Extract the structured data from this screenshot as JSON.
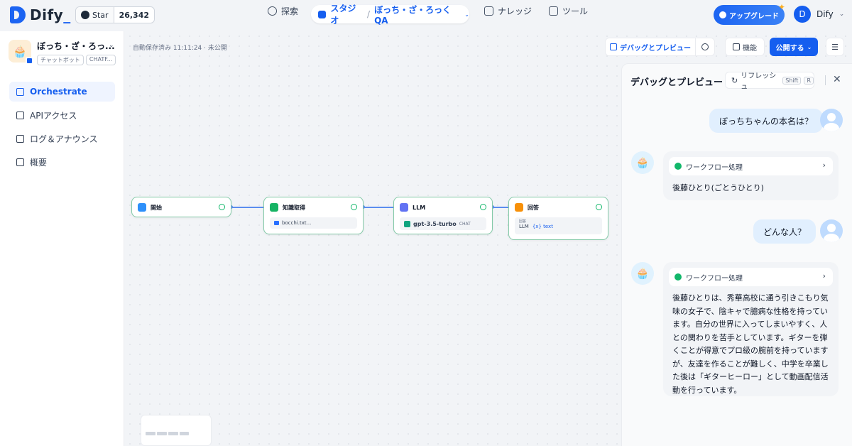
{
  "brand": {
    "name": "Dify",
    "cursor": "_"
  },
  "github": {
    "star_label": "Star",
    "count": "26,342"
  },
  "nav": {
    "explore": "探索",
    "studio": "スタジオ",
    "separator": "/",
    "app": "ぼっち・ざ・ろっくQA",
    "knowledge": "ナレッジ",
    "tools": "ツール"
  },
  "upgrade": {
    "label": "アップグレード"
  },
  "user": {
    "initial": "D",
    "name": "Dify"
  },
  "app": {
    "name": "ぼっち・ざ・ろっ...",
    "tag1": "チャットボット",
    "tag2": "CHATF..."
  },
  "menu": [
    "Orchestrate",
    "APIアクセス",
    "ログ＆アナウンス",
    "概要"
  ],
  "toolbar": {
    "autosave": "自動保存済み 11:11:24 · 未公開",
    "debug": "デバッグとプレビュー",
    "features": "機能",
    "publish": "公開する"
  },
  "nodes": {
    "start": "開始",
    "knowledge": "知識取得",
    "knowledge_file": "bocchi.txt...",
    "llm": "LLM",
    "llm_model": "gpt-3.5-turbo",
    "llm_mode": "CHAT",
    "answer": "回答",
    "answer_label": "回答",
    "answer_var_node": "LLM",
    "answer_var": "{x} text"
  },
  "panel": {
    "title": "デバッグとプレビュー",
    "refresh": "リフレッシュ",
    "key1": "Shift",
    "key2": "R"
  },
  "chat": {
    "q1": "ぼっちちゃんの本名は？",
    "workflow1": "ワークフロー処理",
    "a1": "後藤ひとり(ごとうひとり)",
    "q2": "どんな人？",
    "workflow2": "ワークフロー処理",
    "a2_lines": [
      "後藤ひとりは、秀華高校に通う引きこもり気",
      "味の女子で、陰キャで臆病な性格を持ってい",
      "ます。自分の世界に入ってしまいやすく、人",
      "との関わりを苦手としています。ギターを弾",
      "くことが得意でプロ級の腕前を持っています",
      "が、友達を作ることが難しく、中学を卒業し",
      "た後は「ギターヒーロー」として動画配信活",
      "動を行っています。"
    ]
  },
  "colors": {
    "accent": "#155eef",
    "success": "#12b76a"
  }
}
